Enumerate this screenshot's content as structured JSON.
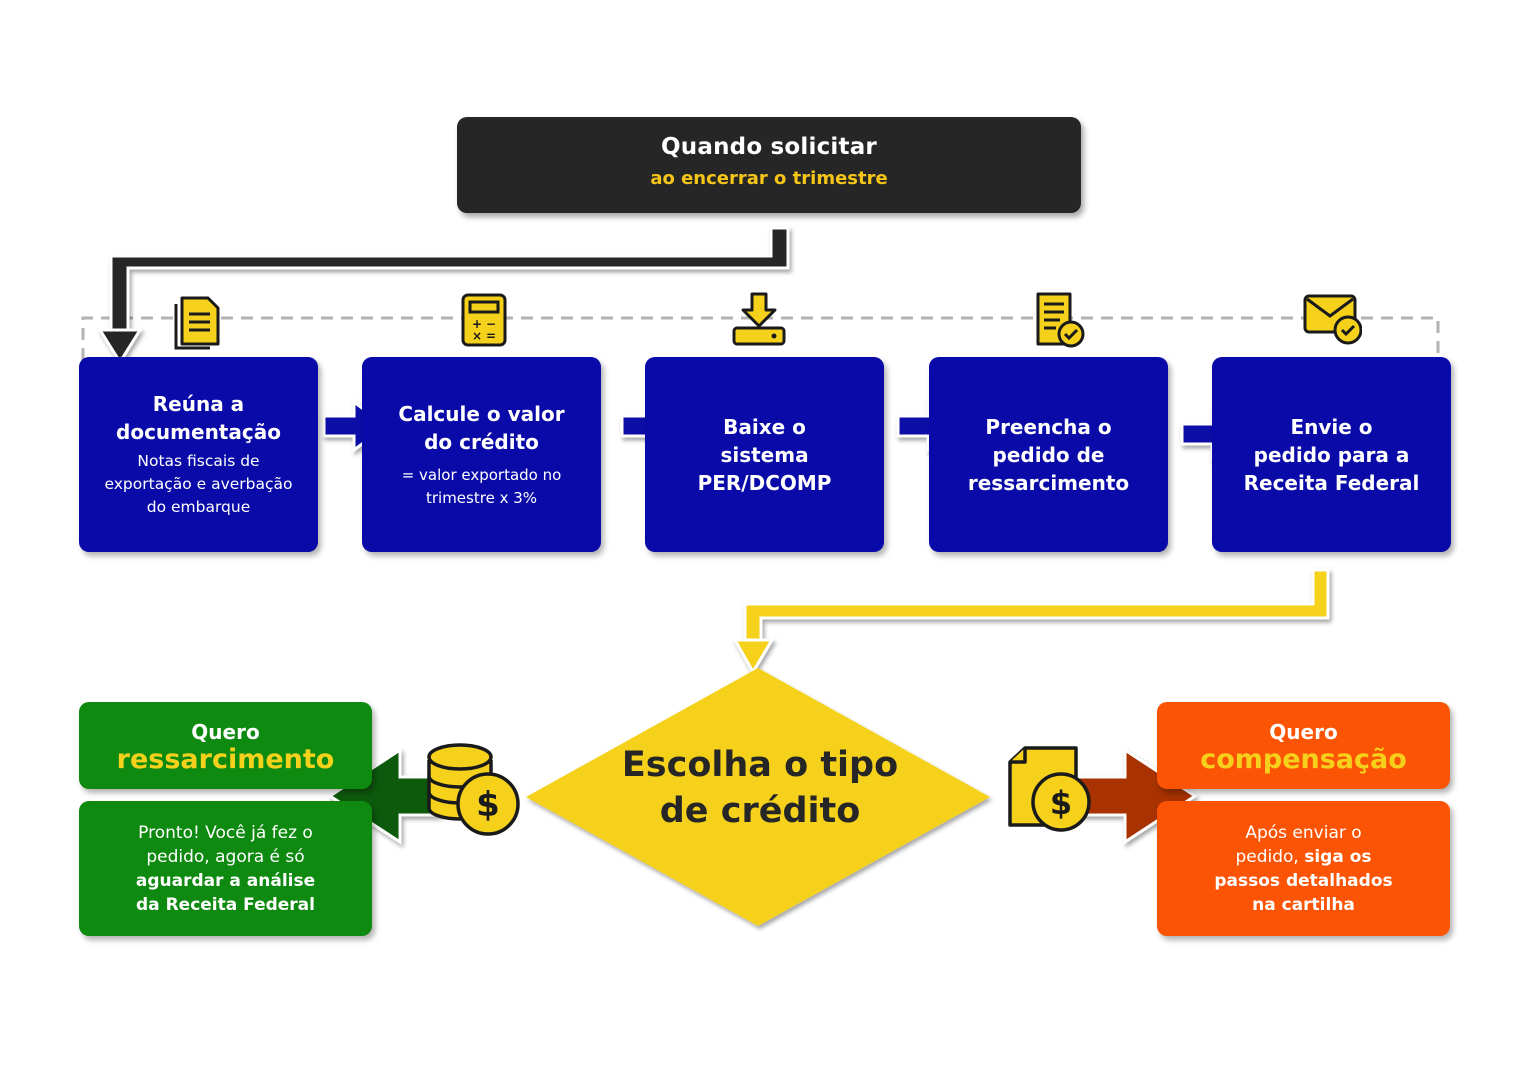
{
  "header": {
    "title": "Quando solicitar",
    "subtitle": "ao encerrar o trimestre"
  },
  "steps": [
    {
      "title": "Reúna a\ndocumentação",
      "description": "Notas fiscais de\nexportação e averbação\ndo embarque",
      "icon": "document-icon"
    },
    {
      "title": "Calcule o valor\ndo crédito",
      "description": "= valor exportado no\ntrimestre x 3%",
      "icon": "calculator-icon"
    },
    {
      "title": "Baixe o\nsistema\nPER/DCOMP",
      "description": "",
      "icon": "download-icon"
    },
    {
      "title": "Preencha o\npedido de\nressarcimento",
      "description": "",
      "icon": "form-check-icon"
    },
    {
      "title": "Envie o\npedido para a\nReceita Federal",
      "description": "",
      "icon": "mail-check-icon"
    }
  ],
  "decision": {
    "text": "Escolha o tipo\nde crédito"
  },
  "option_left": {
    "line1": "Quero",
    "line2": "ressarcimento",
    "body": {
      "line1": "Pronto! Você já fez o",
      "line2": "pedido, agora é só",
      "line3": "aguardar a análise",
      "line4": "da Receita Federal"
    },
    "icon": "coin-stack-icon"
  },
  "option_right": {
    "line1": "Quero",
    "line2": "compensação",
    "body": {
      "line1": "Após enviar o",
      "line2a": "pedido, ",
      "line2b": "siga os",
      "line3": "passos detalhados",
      "line4": "na cartilha"
    },
    "icon": "document-dollar-icon"
  },
  "colors": {
    "dark": "#262626",
    "blue": "#0a0aa8",
    "yellow": "#f5d11c",
    "green": "#0f8a10",
    "dark_green": "#0b5a0b",
    "orange": "#fb5404",
    "brown": "#a83206"
  }
}
